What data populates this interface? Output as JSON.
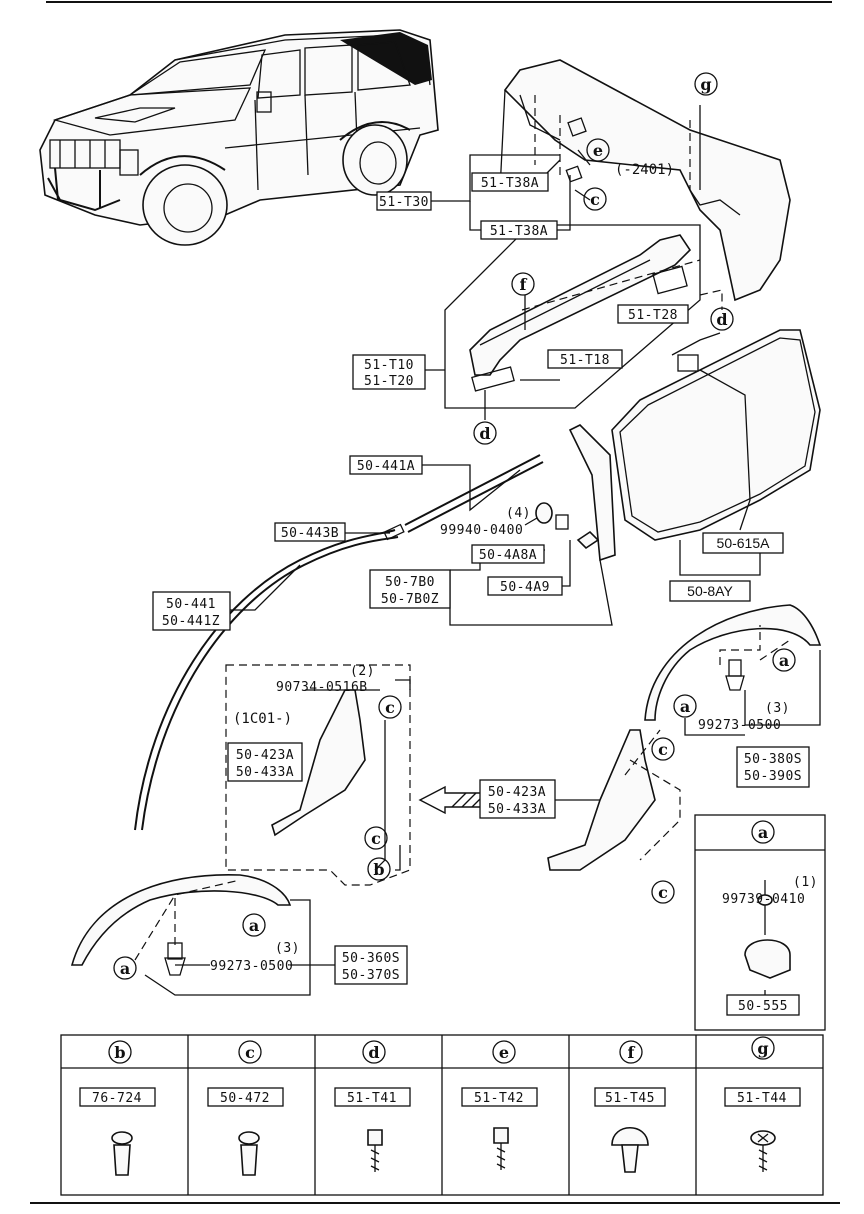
{
  "callouts": {
    "a": "a",
    "b": "b",
    "c": "c",
    "d": "d",
    "e": "e",
    "f": "f",
    "g": "g"
  },
  "labels": {
    "l51t30": "51-T30",
    "l51t38a_1": "51-T38A",
    "l51t38a_2": "51-T38A",
    "l2401": "(-2401)",
    "l51t28": "51-T28",
    "l51t10": "51-T10",
    "l51t20": "51-T20",
    "l51t18": "51-T18",
    "l50441a": "50-441A",
    "l50443b": "50-443B",
    "qty4": "(4)",
    "l99940": "99940-0400",
    "l504a8a": "50-4A8A",
    "l507b0": "50-7B0",
    "l507b0z": "50-7B0Z",
    "l504a9": "50-4A9",
    "l50441": "50-441",
    "l50441z": "50-441Z",
    "l50615a": "50-615A",
    "l508ay": "50-8AY",
    "qty3": "(3)",
    "l99273": "99273-0500",
    "l50380s": "50-380S",
    "l50390s": "50-390S",
    "qty2": "(2)",
    "l90734": "90734-0516B",
    "l1c01": "(1C01-)",
    "l50423a": "50-423A",
    "l50433a": "50-433A",
    "l50360s": "50-360S",
    "l50370s": "50-370S",
    "qty1": "(1)",
    "l99739": "99739-0410",
    "l50555": "50-555"
  },
  "table": {
    "b": "76-724",
    "c": "50-472",
    "d": "51-T41",
    "e": "51-T42",
    "f": "51-T45",
    "g": "51-T44"
  }
}
